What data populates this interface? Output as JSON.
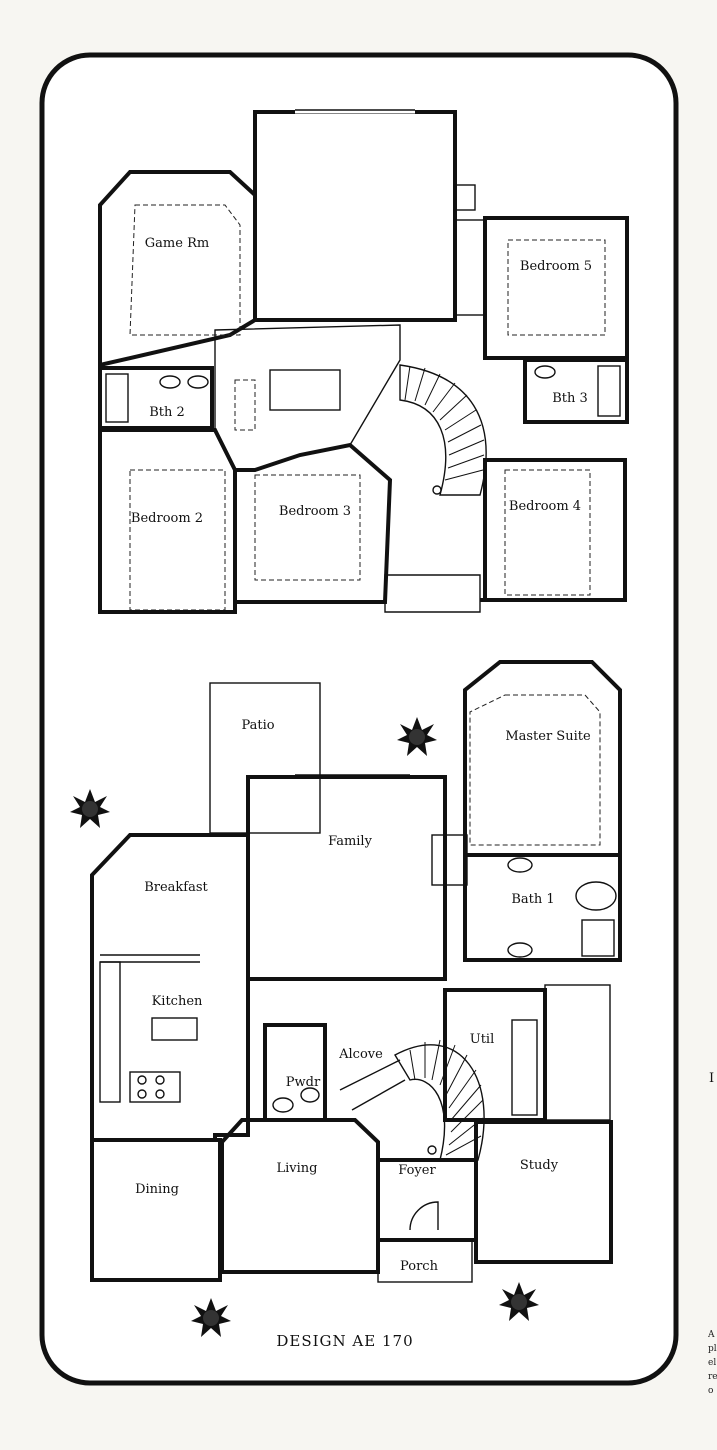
{
  "second_floor": {
    "rooms": {
      "game_room": "Game Rm",
      "bedroom_5": "Bedroom 5",
      "bath_2": "Bth 2",
      "bath_3": "Bth 3",
      "bedroom_2": "Bedroom 2",
      "bedroom_3": "Bedroom 3",
      "bedroom_4": "Bedroom 4"
    }
  },
  "first_floor": {
    "rooms": {
      "patio": "Patio",
      "master_suite": "Master Suite",
      "family": "Family",
      "breakfast": "Breakfast",
      "bath_1": "Bath 1",
      "kitchen": "Kitchen",
      "util": "Util",
      "alcove": "Alcove",
      "powder": "Pwdr",
      "living": "Living",
      "foyer": "Foyer",
      "study": "Study",
      "dining": "Dining",
      "porch": "Porch"
    }
  },
  "design_label": "DESIGN AE 170",
  "side_text": [
    "A",
    "pl",
    "el",
    "re",
    "o"
  ],
  "side_marker": "I",
  "colors": {
    "ink": "#111111",
    "paper": "#ffffff",
    "page": "#f7f6f2"
  },
  "icons": [
    "shrub-icon"
  ]
}
